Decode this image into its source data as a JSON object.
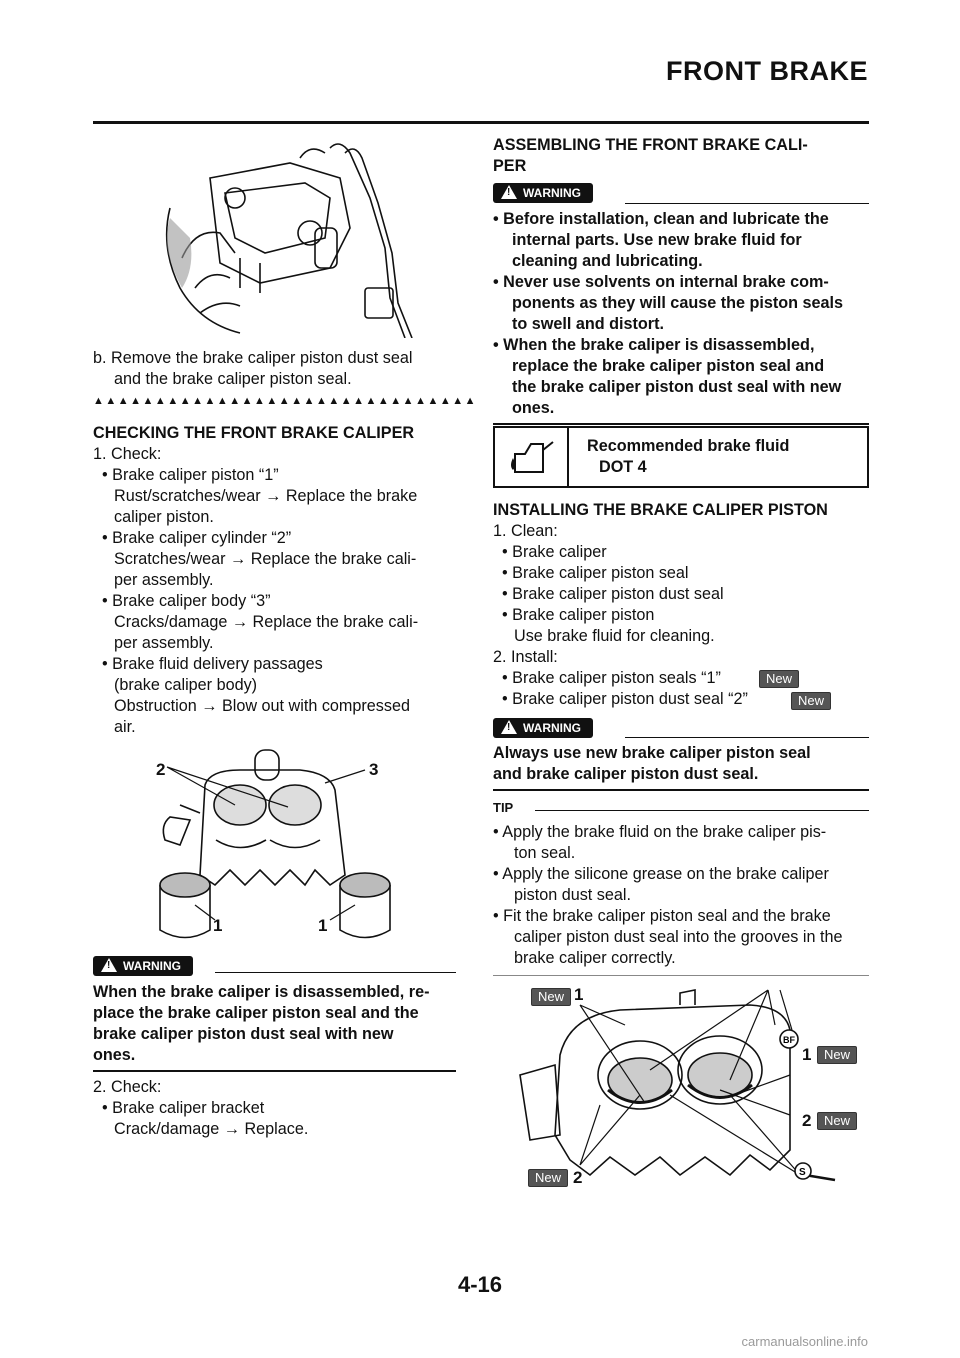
{
  "header": {
    "title": "FRONT BRAKE"
  },
  "left": {
    "step_b": "b.  Remove the brake caliper piston dust seal",
    "step_b_cont": "and the brake caliper piston seal.",
    "divider": "▲▲▲▲▲▲▲▲▲▲▲▲▲▲▲▲▲▲▲▲▲▲▲▲▲▲▲▲▲▲▲",
    "section_title": "CHECKING THE FRONT BRAKE CALIPER",
    "check1": "1.  Check:",
    "items": [
      "• Brake caliper piston “1”",
      "Rust/scratches/wear → Replace the brake",
      "caliper piston.",
      "• Brake caliper cylinder “2”",
      "Scratches/wear → Replace the brake cali-",
      "per assembly.",
      "• Brake caliper body “3”",
      "Cracks/damage → Replace the brake cali-",
      "per assembly.",
      "• Brake fluid delivery passages",
      "(brake caliper body)",
      "Obstruction → Blow out with compressed",
      "air."
    ],
    "callouts": {
      "c2": "2",
      "c3": "3",
      "c1a": "1",
      "c1b": "1"
    },
    "warning_label": "WARNING",
    "warning_lines": [
      "When the brake caliper is disassembled, re-",
      "place the brake caliper piston seal and the",
      "brake caliper piston dust seal with new",
      "ones."
    ],
    "check2": "2.  Check:",
    "check2_items": [
      "• Brake caliper bracket",
      "Crack/damage → Replace."
    ]
  },
  "right": {
    "section_title_1": "ASSEMBLING THE FRONT BRAKE CALI-",
    "section_title_2": "PER",
    "warning_label": "WARNING",
    "warning_lines": [
      "• Before installation, clean and lubricate the",
      "internal parts. Use new brake fluid for",
      "cleaning and lubricating.",
      "• Never use solvents on internal brake com-",
      "ponents as they will cause the piston seals",
      "to swell and distort.",
      "• When the brake caliper is disassembled,",
      "replace the brake caliper piston seal and",
      "the brake caliper piston dust seal with new",
      "ones."
    ],
    "fluid_label": "Recommended brake fluid",
    "fluid_value": "DOT 4",
    "section2_title": "INSTALLING THE BRAKE CALIPER PISTON",
    "clean": "1.  Clean:",
    "clean_items": [
      "• Brake caliper",
      "• Brake caliper piston seal",
      "• Brake caliper piston dust seal",
      "• Brake caliper piston",
      "Use brake fluid for cleaning."
    ],
    "install": "2.  Install:",
    "install_items": [
      "• Brake caliper piston seals “1”",
      "• Brake caliper piston dust seal “2”"
    ],
    "new_label": "New",
    "warning2_label": "WARNING",
    "warning2_lines": [
      "Always use new brake caliper piston seal",
      "and brake caliper piston dust seal."
    ],
    "tip_label": "TIP",
    "tip_lines": [
      "• Apply the brake fluid on the brake caliper pis-",
      "ton seal.",
      "• Apply the silicone grease on the brake caliper",
      "piston dust seal.",
      "• Fit the brake caliper piston seal and the brake",
      "caliper piston dust seal into the grooves in the",
      "brake caliper correctly."
    ],
    "fig_callouts": {
      "n1": "1",
      "n1r": "1",
      "n2r": "2",
      "n2": "2",
      "bf": "BF",
      "s": "S"
    }
  },
  "footer": {
    "page": "4-16",
    "site": "carmanualsonline.info"
  }
}
